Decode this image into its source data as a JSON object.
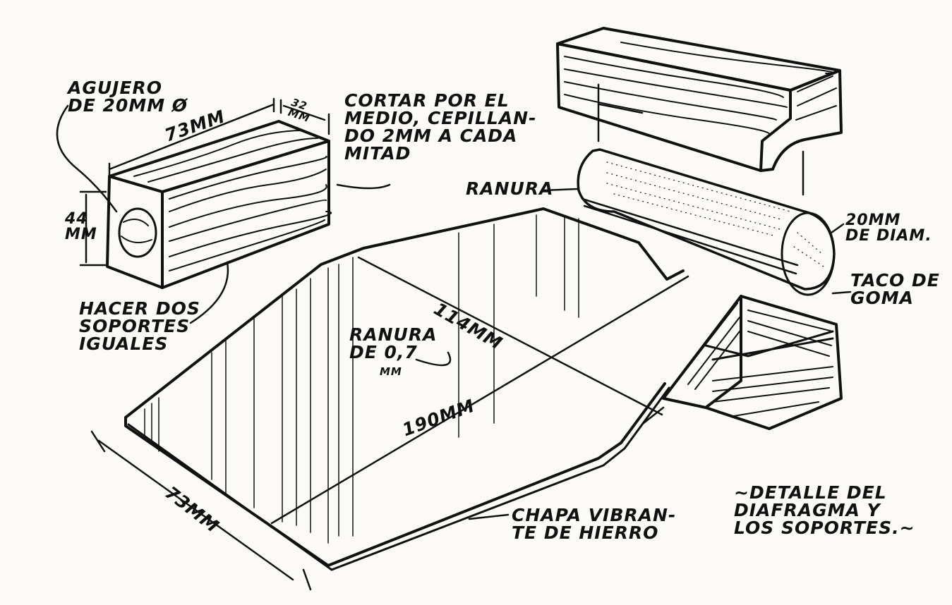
{
  "diagram": {
    "labels": {
      "agujero": "AGUJERO\nDE 20mm ø",
      "dim_73_block": "73mm",
      "dim_32": "32\nmm",
      "dim_44": "44\nmm",
      "cortar": "CORTAR POR EL\nMEDIO, CEPILLAN-\nDO 2mm A CADA\nMITAD",
      "hacer": "HACER DOS\nSOPORTES\nIGUALES",
      "ranura_top": "RANURA",
      "dim_20": "20mm\nde DIAM.",
      "taco": "TACO DE\nGOMA",
      "dim_114": "114mm",
      "ranura_mid": "RANURA\nde 0,7",
      "ranura_mm": "mm",
      "dim_190": "190mm",
      "dim_73_plate": "73mm",
      "chapa": "CHAPA VIBRAN-\nTE DE HIERRO",
      "detalle": "~DETALLE DEL\nDIAFRAGMA Y\nLOS SOPORTES.~"
    },
    "colors": {
      "ink": "#111111",
      "paper": "#fbfaf6"
    }
  }
}
